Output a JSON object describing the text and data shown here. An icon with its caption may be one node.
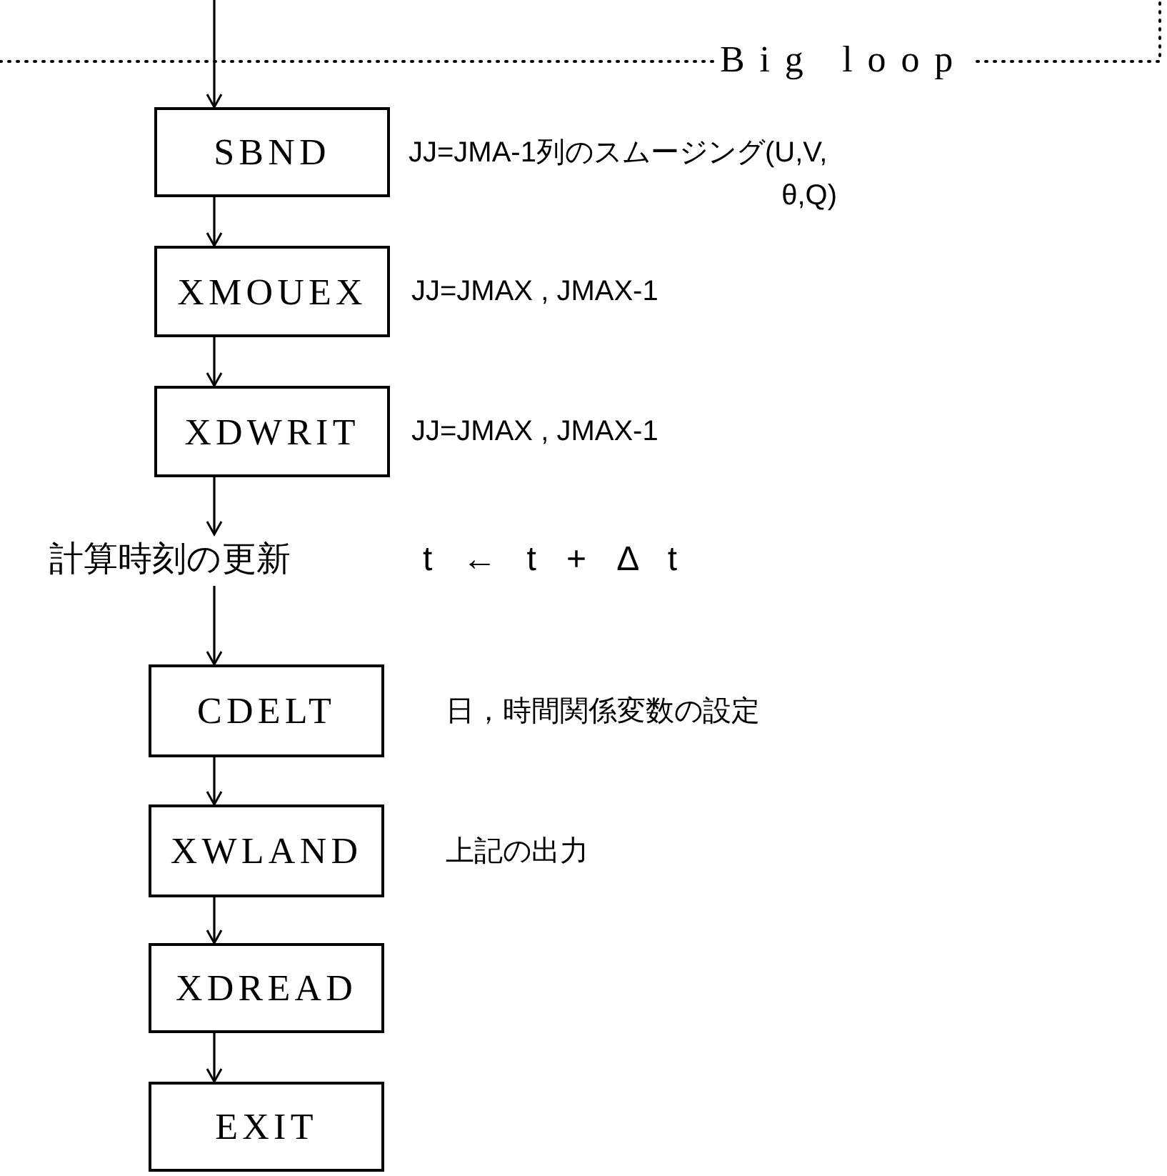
{
  "diagram": {
    "nodes": [
      {
        "text": [
          "SBND"
        ],
        "beside": [
          "JJ=JMA-1列のスムージング(U,V, θ,Q)"
        ]
      },
      {
        "text": [
          "XMOUEX"
        ],
        "beside": [
          "JJ=JMAX , JMAX-1"
        ]
      },
      {
        "text": [
          "XDWRIT"
        ],
        "beside": [
          "JJ=JMAX , JMAX-1"
        ]
      },
      {
        "text": [
          "計算時刻の更新"
        ]
      },
      {
        "text": [
          "CDELT"
        ],
        "beside": [
          "日，時間関係変数の設定"
        ]
      },
      {
        "text": [
          "XWLAND"
        ],
        "beside": [
          "上記の出力"
        ]
      },
      {
        "text": [
          "XDREAD"
        ]
      },
      {
        "text": [
          "EXIT"
        ]
      }
    ],
    "edges": [
      {
        "from": null,
        "to": 0,
        "arrow": "to"
      },
      {
        "from": 0,
        "to": 1,
        "arrow": "to"
      },
      {
        "from": 1,
        "to": 2,
        "arrow": "to"
      },
      {
        "from": 2,
        "to": 3,
        "arrow": "to"
      },
      {
        "from": 3,
        "to": 4,
        "arrow": "to"
      },
      {
        "from": 4,
        "to": 5,
        "arrow": "to"
      },
      {
        "from": 5,
        "to": 6,
        "arrow": "to"
      },
      {
        "from": 6,
        "to": 7,
        "arrow": "to"
      }
    ],
    "labels": [
      "Big loop",
      "t ← t + Δ t"
    ]
  }
}
